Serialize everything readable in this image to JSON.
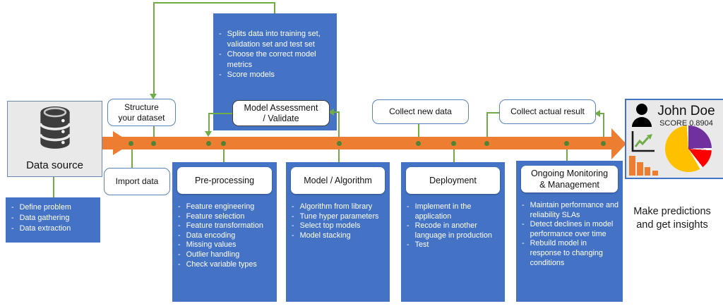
{
  "colors": {
    "panel_blue": "#4472C4",
    "arrow_orange": "#ED7D31",
    "connector_green": "#70AD47",
    "dot_green": "#548235",
    "panel_gray": "#E9E9E9",
    "pie_yellow": "#FFC000",
    "pie_purple": "#7030A0",
    "pie_red": "#FF0000"
  },
  "icons": {
    "database": "database-icon",
    "person": "person-icon",
    "line_chart": "line-chart-icon",
    "bar_chart": "bar-chart-icon",
    "pie_chart": "pie-chart-icon"
  },
  "data_source": {
    "title": "Data source",
    "bullets": [
      "Define problem",
      "Data gathering",
      "Data extraction"
    ]
  },
  "callouts": {
    "structure": {
      "line1": "Structure",
      "line2": "your dataset"
    },
    "import_data": {
      "label": "Import data"
    },
    "model_assessment": {
      "line1": "Model Assessment",
      "line2": "/ Validate"
    },
    "collect_new": {
      "label": "Collect new data"
    },
    "collect_actual": {
      "label": "Collect actual result"
    }
  },
  "assessment_notes": {
    "bullets": [
      "Splits data into training set, validation  set and test set",
      "Choose the correct model metrics",
      "Score models"
    ]
  },
  "stages": [
    {
      "label": "Pre-processing",
      "label2": "",
      "bullets": [
        "Feature engineering",
        "Feature selection",
        "Feature transformation",
        "Data encoding",
        "Missing values",
        "Outlier handling",
        "Check variable types"
      ]
    },
    {
      "label": "Model / Algorithm",
      "label2": "",
      "bullets": [
        "Algorithm from library",
        "Tune hyper parameters",
        "Select top models",
        "Model  stacking"
      ]
    },
    {
      "label": "Deployment",
      "label2": "",
      "bullets": [
        "Implement in the application",
        "Recode in another language in production",
        "Test"
      ]
    },
    {
      "label": "Ongoing Monitoring",
      "label2": "& Management",
      "bullets": [
        "Maintain performance and reliability  SLAs",
        "Detect declines in model performance over time",
        "Rebuild model in response to changing conditions"
      ]
    }
  ],
  "result_card": {
    "name": "John Doe",
    "score": "SCORE 0.8904",
    "pie": {
      "segments": [
        {
          "color": "#7030A0",
          "from": 0,
          "to": 88
        },
        {
          "color": "#FF0000",
          "from": 94,
          "to": 142
        },
        {
          "color": "#FFC000",
          "from": 150,
          "to": 356
        }
      ]
    }
  },
  "insights": {
    "line1": "Make predictions",
    "line2": "and get insights"
  }
}
